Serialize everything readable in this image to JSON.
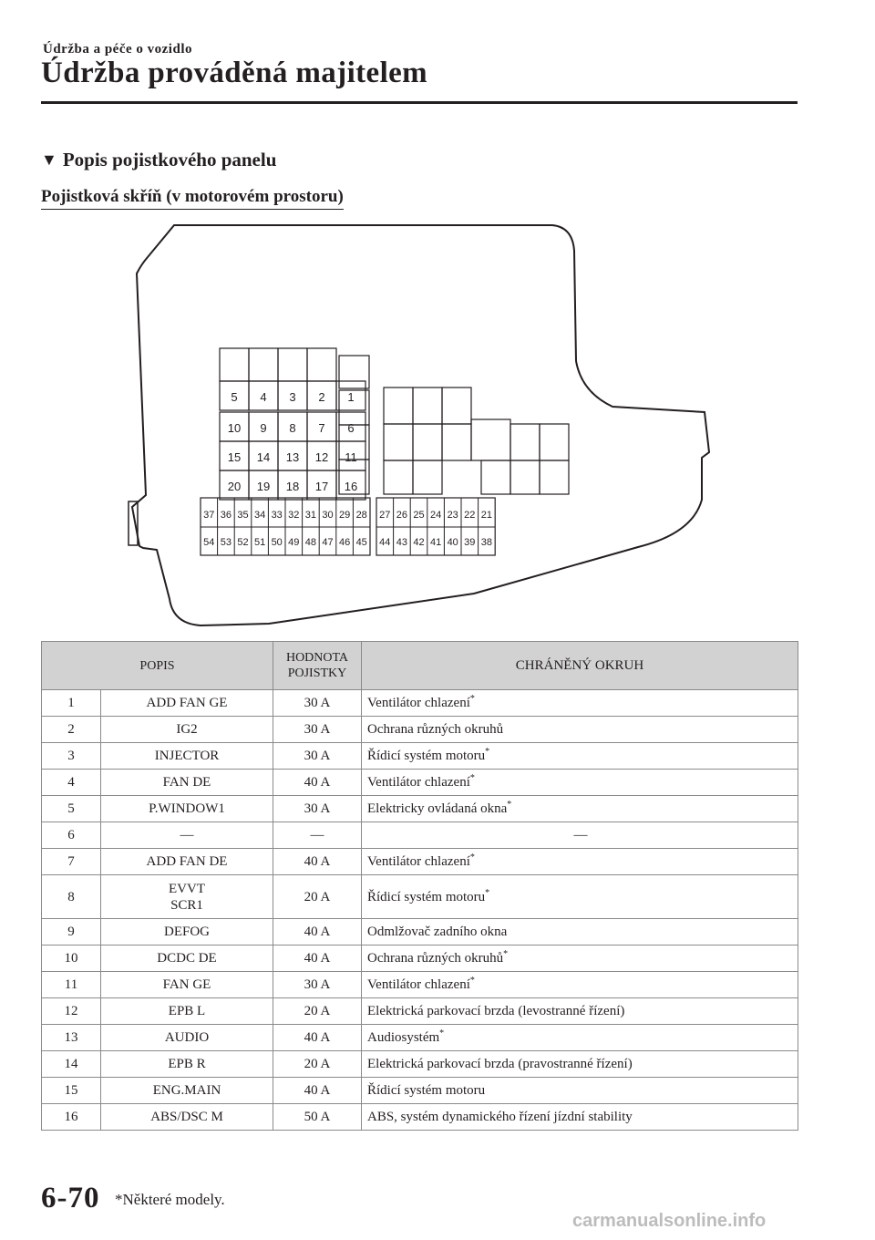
{
  "header": {
    "breadcrumb": "Údržba a péče o vozidlo",
    "chapter_title": "Údržba prováděná majitelem"
  },
  "section": {
    "heading_marker": "▼",
    "heading": "Popis pojistkového panelu",
    "subheading": "Pojistková skříň (v motorovém prostoru)"
  },
  "diagram": {
    "rows": [
      [
        "5",
        "4",
        "3",
        "2",
        "1"
      ],
      [
        "10",
        "9",
        "8",
        "7",
        "6"
      ],
      [
        "15",
        "14",
        "13",
        "12",
        "11"
      ],
      [
        "20",
        "19",
        "18",
        "17",
        "16"
      ]
    ],
    "strip_top_left": [
      "37",
      "36",
      "35",
      "34",
      "33",
      "32",
      "31",
      "30",
      "29",
      "28"
    ],
    "strip_bottom_left": [
      "54",
      "53",
      "52",
      "51",
      "50",
      "49",
      "48",
      "47",
      "46",
      "45"
    ],
    "strip_top_right": [
      "27",
      "26",
      "25",
      "24",
      "23",
      "22",
      "21"
    ],
    "strip_bottom_right": [
      "44",
      "43",
      "42",
      "41",
      "40",
      "39",
      "38"
    ]
  },
  "table": {
    "headers": {
      "description": "POPIS",
      "value_line1": "HODNOTA",
      "value_line2": "POJISTKY",
      "circuit": "CHRÁNĚNÝ OKRUH"
    },
    "rows": [
      {
        "no": "1",
        "desc": [
          "ADD FAN GE"
        ],
        "value": "30 A",
        "circuit": "Ventilátor chlazení",
        "star": "*"
      },
      {
        "no": "2",
        "desc": [
          "IG2"
        ],
        "value": "30 A",
        "circuit": "Ochrana různých okruhů",
        "star": ""
      },
      {
        "no": "3",
        "desc": [
          "INJECTOR"
        ],
        "value": "30 A",
        "circuit": "Řídicí systém motoru",
        "star": "*"
      },
      {
        "no": "4",
        "desc": [
          "FAN DE"
        ],
        "value": "40 A",
        "circuit": "Ventilátor chlazení",
        "star": "*"
      },
      {
        "no": "5",
        "desc": [
          "P.WINDOW1"
        ],
        "value": "30 A",
        "circuit": "Elektricky ovládaná okna",
        "star": "*"
      },
      {
        "no": "6",
        "desc": [
          "―"
        ],
        "value": "―",
        "circuit": "―",
        "star": "",
        "center": true
      },
      {
        "no": "7",
        "desc": [
          "ADD FAN DE"
        ],
        "value": "40 A",
        "circuit": "Ventilátor chlazení",
        "star": "*"
      },
      {
        "no": "8",
        "desc": [
          "EVVT",
          "SCR1"
        ],
        "value": "20 A",
        "circuit": "Řídicí systém motoru",
        "star": "*"
      },
      {
        "no": "9",
        "desc": [
          "DEFOG"
        ],
        "value": "40 A",
        "circuit": "Odmlžovač zadního okna",
        "star": ""
      },
      {
        "no": "10",
        "desc": [
          "DCDC DE"
        ],
        "value": "40 A",
        "circuit": "Ochrana různých okruhů",
        "star": "*"
      },
      {
        "no": "11",
        "desc": [
          "FAN GE"
        ],
        "value": "30 A",
        "circuit": "Ventilátor chlazení",
        "star": "*"
      },
      {
        "no": "12",
        "desc": [
          "EPB L"
        ],
        "value": "20 A",
        "circuit": "Elektrická parkovací brzda (levostranné řízení)",
        "star": ""
      },
      {
        "no": "13",
        "desc": [
          "AUDIO"
        ],
        "value": "40 A",
        "circuit": "Audiosystém",
        "star": "*"
      },
      {
        "no": "14",
        "desc": [
          "EPB R"
        ],
        "value": "20 A",
        "circuit": "Elektrická parkovací brzda (pravostranné řízení)",
        "star": ""
      },
      {
        "no": "15",
        "desc": [
          "ENG.MAIN"
        ],
        "value": "40 A",
        "circuit": "Řídicí systém motoru",
        "star": ""
      },
      {
        "no": "16",
        "desc": [
          "ABS/DSC M"
        ],
        "value": "50 A",
        "circuit": "ABS, systém dynamického řízení jízdní stability",
        "star": ""
      }
    ]
  },
  "footer": {
    "page_number": "6-70",
    "footnote": "*Některé modely.",
    "watermark": "carmanualsonline.info"
  }
}
